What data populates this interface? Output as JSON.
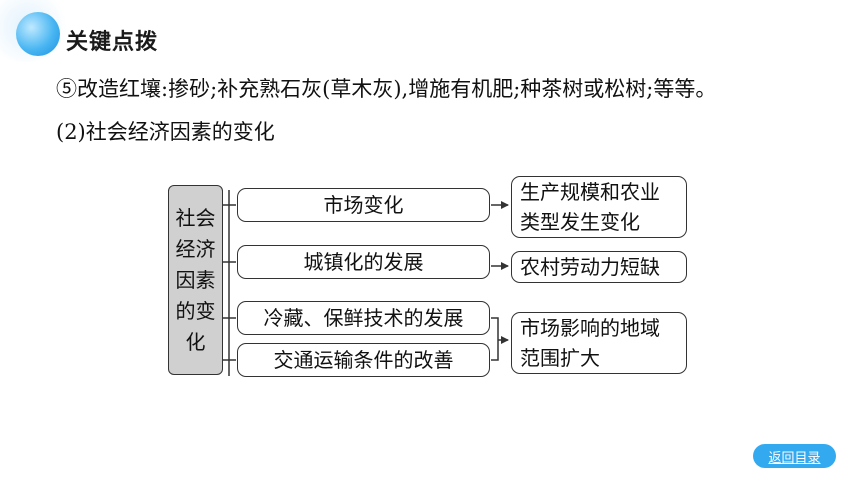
{
  "header": {
    "title": "关键点拨"
  },
  "content": {
    "line1": "⑤改造红壤:掺砂;补充熟石灰(草木灰),增施有机肥;种茶树或松树;等等。",
    "line2": "(2)社会经济因素的变化"
  },
  "diagram": {
    "left_label_lines": [
      "社会",
      "经济",
      "因素",
      "的变",
      "化"
    ],
    "factors": [
      "市场变化",
      "城镇化的发展",
      "冷藏、保鲜技术的发展",
      "交通运输条件的改善"
    ],
    "results": [
      {
        "lines": [
          "生产规模和农业",
          "类型发生变化"
        ]
      },
      {
        "lines": [
          "农村劳动力短缺"
        ]
      },
      {
        "lines": [
          "市场影响的地域",
          "范围扩大"
        ]
      }
    ]
  },
  "nav": {
    "back_label": "返回目录"
  },
  "colors": {
    "accent": "#33aaf0",
    "left_box_fill": "#d0d0d0"
  }
}
